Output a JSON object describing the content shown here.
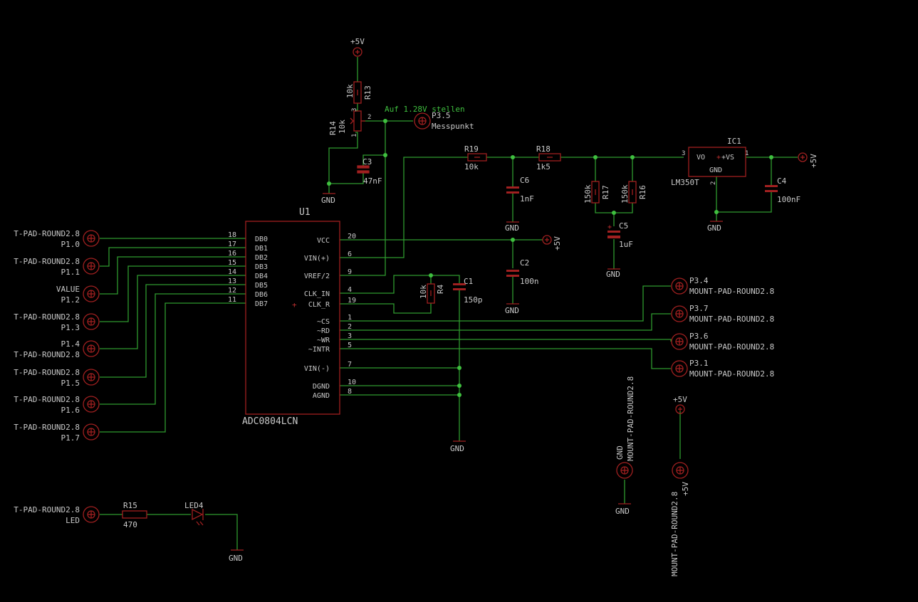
{
  "u1": {
    "name": "U1",
    "value": "ADC0804LCN",
    "left_pins": [
      {
        "label": "DB0",
        "num": "18"
      },
      {
        "label": "DB1",
        "num": "17"
      },
      {
        "label": "DB2",
        "num": "16"
      },
      {
        "label": "DB3",
        "num": "15"
      },
      {
        "label": "DB4",
        "num": "14"
      },
      {
        "label": "DB5",
        "num": "13"
      },
      {
        "label": "DB6",
        "num": "12"
      },
      {
        "label": "DB7",
        "num": "11"
      }
    ],
    "right_pins": [
      {
        "label": "VCC",
        "num": "20"
      },
      {
        "label": "VIN(+)",
        "num": "6"
      },
      {
        "label": "VREF/2",
        "num": "9"
      },
      {
        "label": "CLK_IN",
        "num": "4"
      },
      {
        "label": "CLK_R",
        "num": "19"
      },
      {
        "label": "~CS",
        "num": "1"
      },
      {
        "label": "~RD",
        "num": "2"
      },
      {
        "label": "~WR",
        "num": "3"
      },
      {
        "label": "~INTR",
        "num": "5"
      },
      {
        "label": "VIN(-)",
        "num": "7"
      },
      {
        "label": "DGND",
        "num": "10"
      },
      {
        "label": "AGND",
        "num": "8"
      }
    ]
  },
  "pads_left": [
    {
      "top": "T-PAD-ROUND2.8",
      "name": "P1.0"
    },
    {
      "top": "T-PAD-ROUND2.8",
      "name": "P1.1"
    },
    {
      "top": "VALUE",
      "name": "P1.2"
    },
    {
      "top": "T-PAD-ROUND2.8",
      "name": "P1.3"
    },
    {
      "top": "P1.4",
      "name": "T-PAD-ROUND2.8"
    },
    {
      "top": "T-PAD-ROUND2.8",
      "name": "P1.5"
    },
    {
      "top": "T-PAD-ROUND2.8",
      "name": "P1.6"
    },
    {
      "top": "T-PAD-ROUND2.8",
      "name": "P1.7"
    }
  ],
  "led_pad": {
    "top": "T-PAD-ROUND2.8",
    "name": "LED"
  },
  "pads_right": [
    {
      "name": "P3.4",
      "value": "MOUNT-PAD-ROUND2.8"
    },
    {
      "name": "P3.7",
      "value": "MOUNT-PAD-ROUND2.8"
    },
    {
      "name": "P3.6",
      "value": "MOUNT-PAD-ROUND2.8"
    },
    {
      "name": "P3.1",
      "value": "MOUNT-PAD-ROUND2.8"
    }
  ],
  "p35": {
    "name": "P3.5",
    "value": "Messpunkt",
    "note": "Auf 1.28V stellen"
  },
  "mount_gnd": {
    "name": "GND",
    "value": "MOUNT-PAD-ROUND2.8",
    "net": "GND"
  },
  "mount_5v": {
    "name": "+5V",
    "value": "MOUNT-PAD-ROUND2.8",
    "net": "+5V"
  },
  "parts": {
    "r13": {
      "name": "R13",
      "value": "10k"
    },
    "r14": {
      "name": "R14",
      "value": "10k",
      "pin1": "1",
      "pin2": "2",
      "pin3": "3"
    },
    "c3": {
      "name": "C3",
      "value": "47nF"
    },
    "r19": {
      "name": "R19",
      "value": "10k"
    },
    "r18": {
      "name": "R18",
      "value": "1k5"
    },
    "c6": {
      "name": "C6",
      "value": "1nF"
    },
    "r17": {
      "name": "R17",
      "value": "150k"
    },
    "r16": {
      "name": "R16",
      "value": "150k"
    },
    "c5": {
      "name": "C5",
      "value": "1uF"
    },
    "c2": {
      "name": "C2",
      "value": "100n"
    },
    "r4": {
      "name": "R4",
      "value": "10k"
    },
    "c1": {
      "name": "C1",
      "value": "150p"
    },
    "c4": {
      "name": "C4",
      "value": "100nF"
    },
    "r15": {
      "name": "R15",
      "value": "470"
    },
    "led4": {
      "name": "LED4"
    },
    "ic1": {
      "name": "IC1",
      "value": "LM350T",
      "vo": "VO",
      "vs": "+VS",
      "gnd": "GND",
      "pin1": "1",
      "pin2": "2",
      "pin3": "3"
    }
  },
  "supplies": {
    "vcc_top": "+5V",
    "vcc_ic1": "+5V",
    "vcc_u1": "+5V",
    "vcc_bottom": "+5V",
    "gnd_r14": "GND",
    "gnd_c6": "GND",
    "gnd_c5": "GND",
    "gnd_c2": "GND",
    "gnd_ic1": "GND",
    "gnd_c1": "GND",
    "gnd_led": "GND",
    "gnd_mount": "GND"
  },
  "colors": {
    "wire": "#2f9a2f",
    "symbol": "#a02020",
    "text": "#c9c9c9",
    "background": "#000000"
  }
}
